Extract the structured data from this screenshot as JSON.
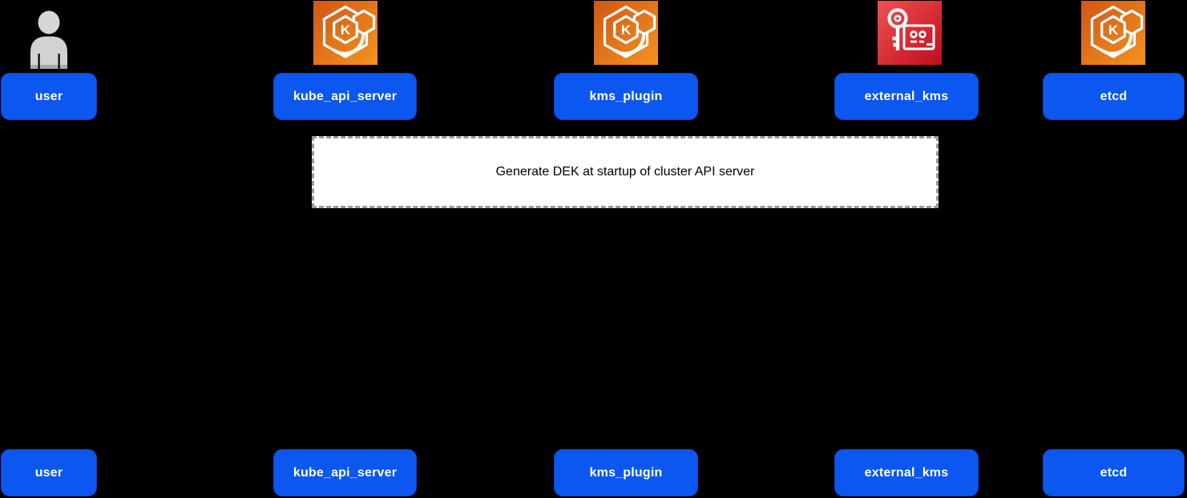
{
  "diagram": {
    "type": "sequence-diagram",
    "background_color": "#000000",
    "participants": [
      {
        "label": "user",
        "icon": "person-icon"
      },
      {
        "label": "kube_api_server",
        "icon": "eks-kubernetes-icon"
      },
      {
        "label": "kms_plugin",
        "icon": "eks-kubernetes-icon"
      },
      {
        "label": "external_kms",
        "icon": "kms-key-icon"
      },
      {
        "label": "etcd",
        "icon": "eks-kubernetes-icon"
      }
    ],
    "note": {
      "text": "Generate DEK at startup of cluster API server"
    },
    "colors": {
      "participant_fill": "#0b57f0",
      "participant_border": "#0a46cc",
      "participant_text": "#ffffff",
      "note_fill": "#ffffff",
      "note_border": "#9a9a9a",
      "note_text": "#000000",
      "eks_gradient": [
        "#cf5715",
        "#f59320"
      ],
      "kms_gradient": [
        "#ee5253",
        "#c00d1e"
      ],
      "person_gradient": [
        "#d6d6d6",
        "#d2d2d2",
        "#a9a9a9"
      ]
    }
  }
}
